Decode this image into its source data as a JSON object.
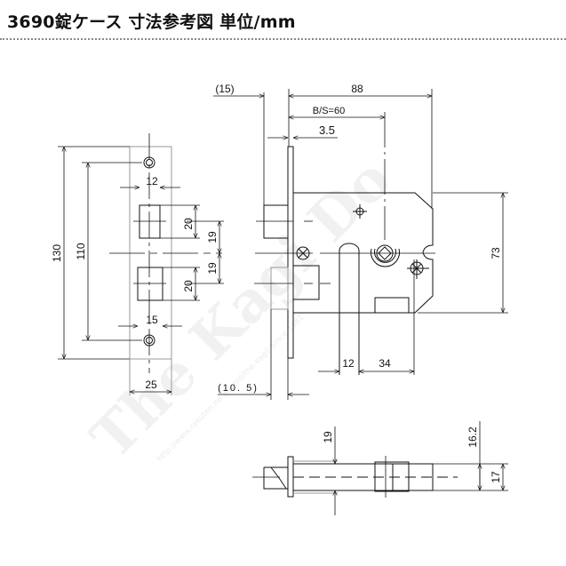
{
  "title": "3690錠ケース 寸法参考図 単位/mm",
  "watermark": {
    "logo": "The Kagi Do",
    "sub": "http://www.rakuten.ne.jp/gold/the-kagi/ Since 1981"
  },
  "strike_plate": {
    "height_total": "130",
    "hole_pitch": "110",
    "upper_hole_width": "12",
    "lower_hole_width": "15",
    "upper_hole_height": "20",
    "lower_hole_height": "20",
    "upper_offset": "19",
    "lower_offset": "19",
    "width": "25"
  },
  "lock_case": {
    "latch_projection": "(15)",
    "case_depth": "88",
    "backset": "B/S=60",
    "faceplate_thickness": "3.5",
    "case_height": "73",
    "dim_12": "12",
    "dim_34": "34",
    "deadbolt_projection": "(10. 5)"
  },
  "bottom_view": {
    "dim_19": "19",
    "dim_16_2": "16.2",
    "dim_17": "17"
  }
}
